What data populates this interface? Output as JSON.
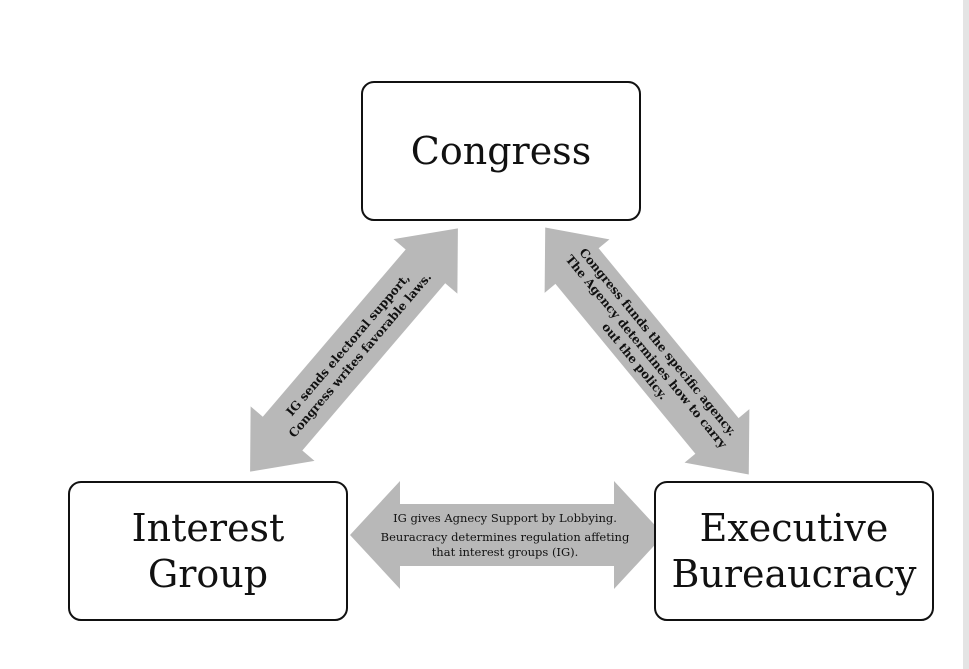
{
  "nodes": {
    "congress": "Congress",
    "interest_group": "Interest\nGroup",
    "executive_bureaucracy": "Executive\nBureaucracy"
  },
  "edges": {
    "interest_congress": {
      "line1": "IG sends electoral support,",
      "line2": "Congress writes favorable laws."
    },
    "congress_bureaucracy": {
      "line1": "Congress funds the specific agency.",
      "line2": "The Agency determines how to carry",
      "line3": "out the policy."
    },
    "interest_bureaucracy": {
      "line1": "IG gives Agnecy Support by Lobbying.",
      "line2": "Beuracracy determines regulation affeting",
      "line3": "that interest groups (IG)."
    }
  }
}
